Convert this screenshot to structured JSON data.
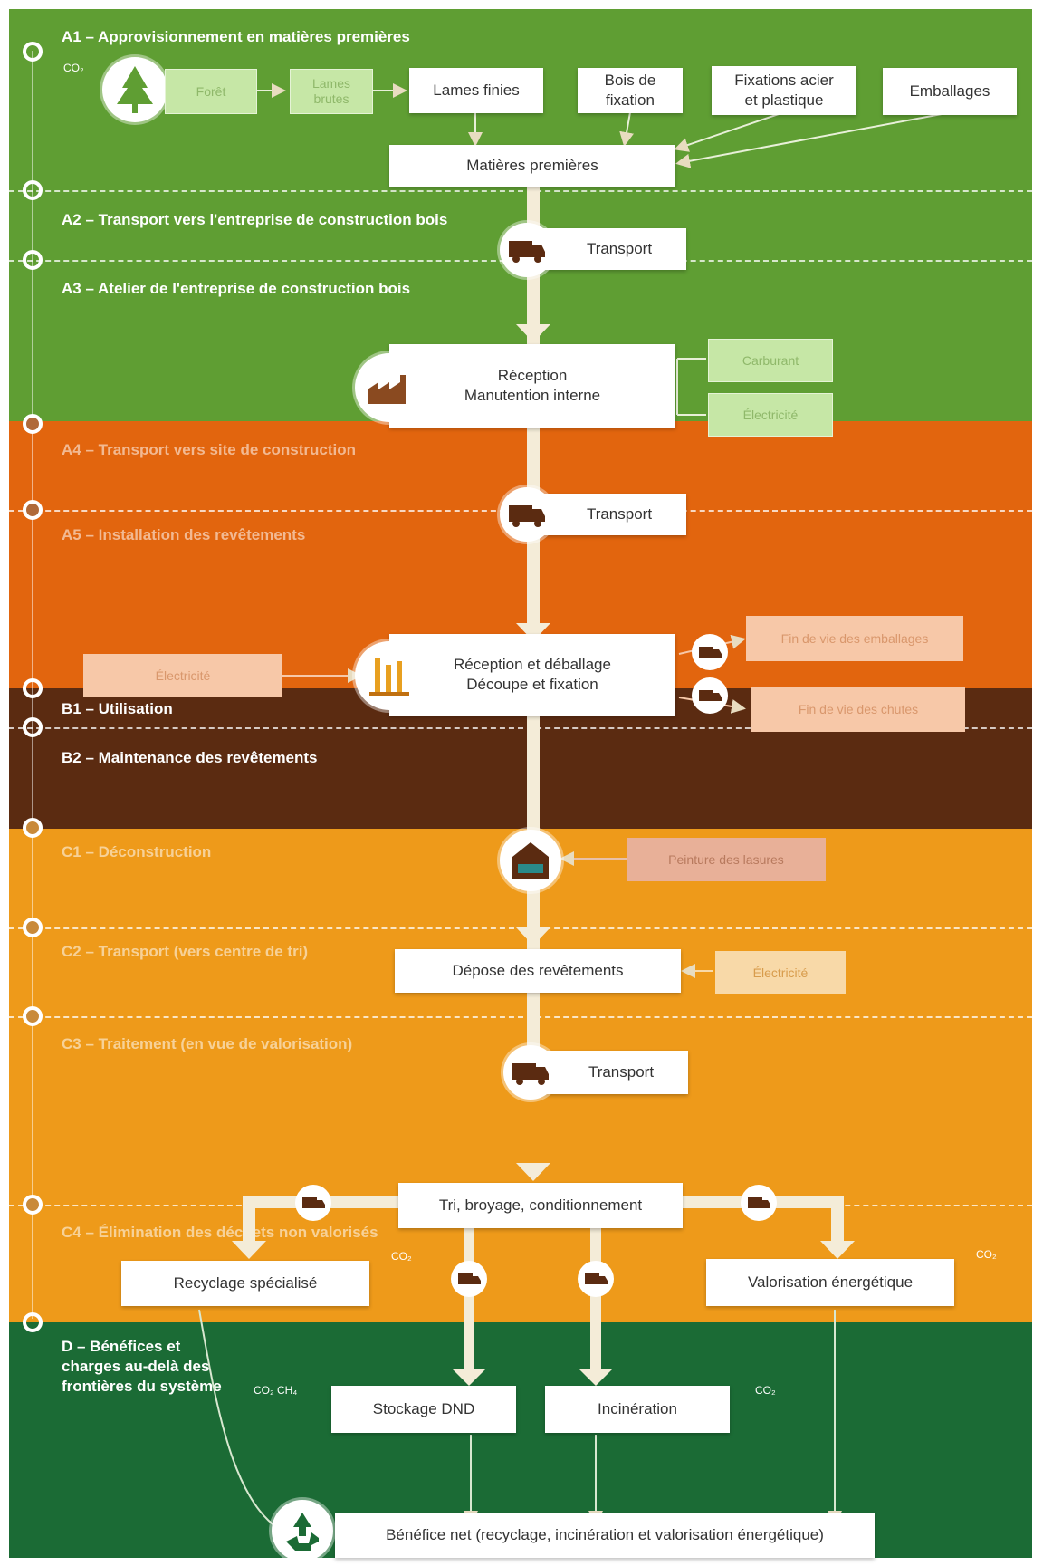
{
  "stages": {
    "a1": "A1 – Approvisionnement en matières premières",
    "a2": "A2 – Transport vers l'entreprise de construction bois",
    "a3": "A3 – Atelier de l'entreprise de construction bois",
    "a4": "A4 – Transport vers site de construction",
    "a5": "A5 – Installation des revêtements",
    "b1": "B1 – Utilisation",
    "b2": "B2 – Maintenance des revêtements",
    "c1": "C1 – Déconstruction",
    "c2": "C2 – Transport (vers centre de tri)",
    "c3": "C3 – Traitement (en vue de valorisation)",
    "c4": "C4 – Élimination des déchets non valorisés",
    "d": "D – Bénéfices et\ncharges au-delà des\nfrontières du système"
  },
  "boxes": {
    "foret": "Forêt",
    "lames_brutes": "Lames\nbrutes",
    "lames_finies": "Lames finies",
    "bois_fixation": "Bois de\nfixation",
    "fixations": "Fixations acier\net plastique",
    "emballages": "Emballages",
    "matieres": "Matières premières",
    "transport_a2": "Transport",
    "reception": "Réception\nManutention interne",
    "carburant": "Carburant",
    "electricite_a3": "Électricité",
    "transport_a4": "Transport",
    "electricite_a5": "Électricité",
    "reception_deballage": "Réception et déballage\nDécoupe et fixation",
    "fin_emballages": "Fin de vie des emballages",
    "fin_chutes": "Fin de vie des chutes",
    "peinture": "Peinture des lasures",
    "depose": "Dépose des revêtements",
    "electricite_c1": "Électricité",
    "transport_c2": "Transport",
    "tri": "Tri, broyage, conditionnement",
    "recyclage": "Recyclage spécialisé",
    "valorisation": "Valorisation énergétique",
    "stockage": "Stockage DND",
    "incineration": "Incinération",
    "benefice": "Bénéfice net (recyclage, incinération et valorisation énergétique)"
  },
  "emissions": {
    "co2": "CO₂",
    "co2_ch4": "CO₂ CH₄"
  },
  "icons": [
    "tree-icon",
    "truck-icon",
    "factory-icon",
    "installation-icon",
    "house-icon",
    "recycle-icon"
  ],
  "colors": {
    "green": "#5f9e33",
    "orange": "#e2650e",
    "brown": "#5b2b11",
    "amber": "#ee9a1a",
    "dark_green": "#1b6b35"
  }
}
